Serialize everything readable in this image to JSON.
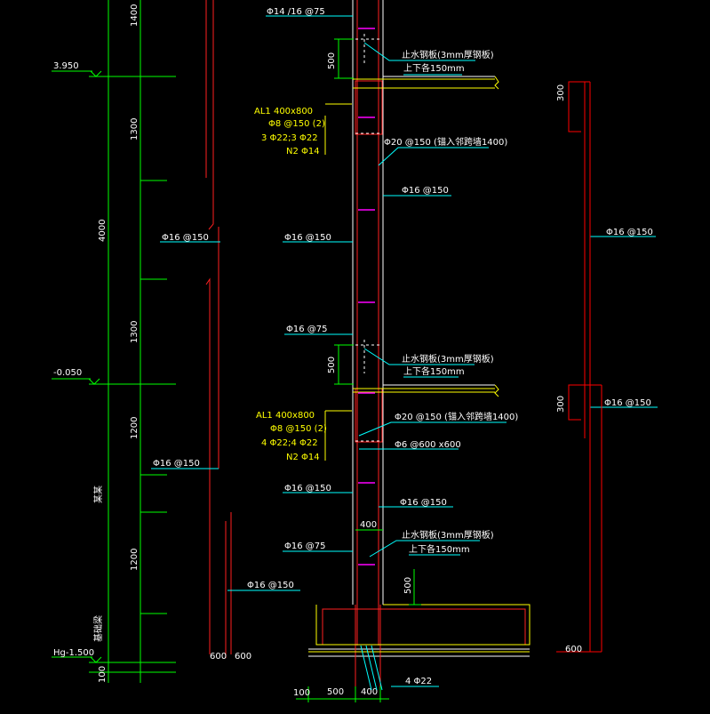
{
  "colors": {
    "background": "#000000",
    "dimension": "#00ff00",
    "wall": "#ffffff",
    "rebar": "#ff2020",
    "leader": "#00ffff",
    "slab": "#ffff00",
    "tie": "#ff00ff",
    "outline": "#ff0000",
    "gold": "#ffd700"
  },
  "elevations": {
    "el1": "3.950",
    "el2": "-0.050",
    "el3": "Hg-1.500"
  },
  "left_dims": {
    "d1400": "1400",
    "d1300a": "1300",
    "d4000": "4000",
    "d1300b": "1300",
    "d1200a": "1200",
    "d1200b": "1200",
    "d100": "100",
    "note_a": "某某",
    "note_b": "基础梁"
  },
  "mid_dims": {
    "d500a": "500",
    "d500b": "500",
    "d400a": "400",
    "d500c": "500",
    "d600a": "600",
    "d600b": "600"
  },
  "bottom_dims": {
    "d100": "100",
    "d500": "500",
    "d400": "400"
  },
  "right_dims": {
    "d300a": "300",
    "d300b": "300",
    "d600": "600"
  },
  "labels": {
    "bar_top": "Φ14 /16 @75",
    "plate1a": "止水钢板(3mm厚钢板)",
    "plate1b": "上下各150mm",
    "beam1a": "AL1 400x800",
    "beam1b": "Φ8 @150 (2)",
    "beam1c": "3 Φ22;3 Φ22",
    "beam1d": "N2 Φ14",
    "bar20a": "Φ20 @150 (锚入邻跨墙1400)",
    "bar16a": "Φ16 @150",
    "bar16left1": "Φ16 @150",
    "bar16mid1": "Φ16 @150",
    "bar16right1": "Φ16 @150",
    "bar75a": "Φ16 @75",
    "plate2a": "止水钢板(3mm厚钢板)",
    "plate2b": "上下各150mm",
    "beam2a": "AL1 400x800",
    "beam2b": "Φ8 @150 (2)",
    "beam2c": "4 Φ22;4 Φ22",
    "beam2d": "N2 Φ14",
    "bar20b": "Φ20 @150 (锚入邻跨墙1400)",
    "bar6": "Φ6 @600 x600",
    "bar16right2": "Φ16 @150",
    "bar16left2": "Φ16 @150",
    "bar16mid2": "Φ16 @150",
    "bar16c": "Φ16 @150",
    "bar75b": "Φ16 @75",
    "plate3a": "止水钢板(3mm厚钢板)",
    "plate3b": "上下各150mm",
    "bar16left3": "Φ16 @150",
    "bar22": "4 Φ22"
  }
}
